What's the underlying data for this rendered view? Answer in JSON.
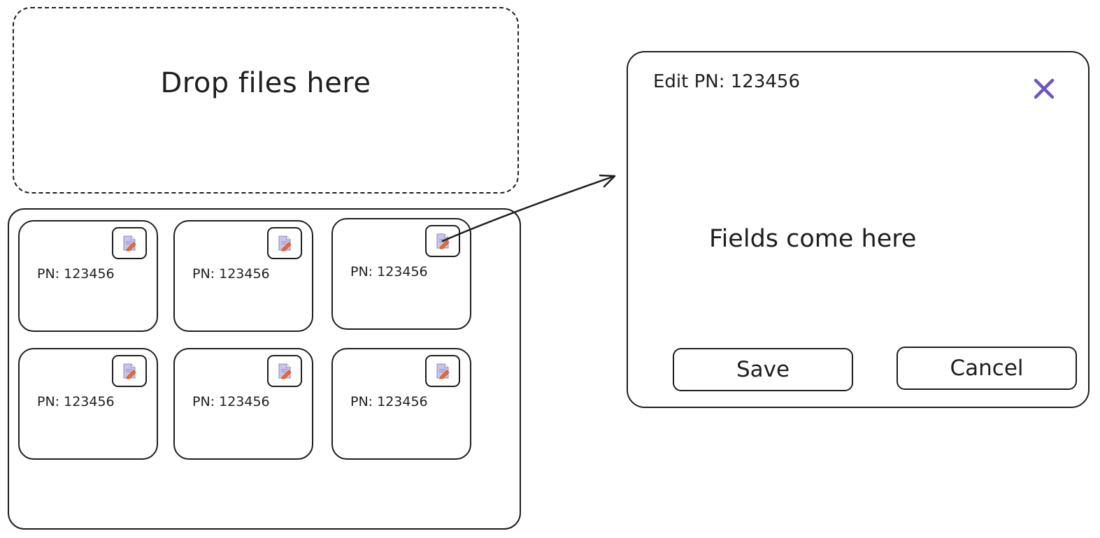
{
  "drop_zone": {
    "label": "Drop files here"
  },
  "cards": [
    {
      "label": "PN: 123456",
      "action_icon": "edit-document-icon"
    },
    {
      "label": "PN: 123456",
      "action_icon": "edit-document-icon"
    },
    {
      "label": "PN: 123456",
      "action_icon": "edit-document-icon"
    },
    {
      "label": "PN: 123456",
      "action_icon": "edit-document-icon"
    },
    {
      "label": "PN: 123456",
      "action_icon": "edit-document-icon"
    },
    {
      "label": "PN: 123456",
      "action_icon": "edit-document-icon"
    }
  ],
  "dialog": {
    "title": "Edit PN: 123456",
    "close_icon": "close-icon",
    "body_placeholder": "Fields come here",
    "save_label": "Save",
    "cancel_label": "Cancel"
  },
  "colors": {
    "stroke": "#1e1e1e",
    "accent": "#6e54c8",
    "icon_pencil": "#f06a2e",
    "icon_page": "#c9c4e8"
  }
}
